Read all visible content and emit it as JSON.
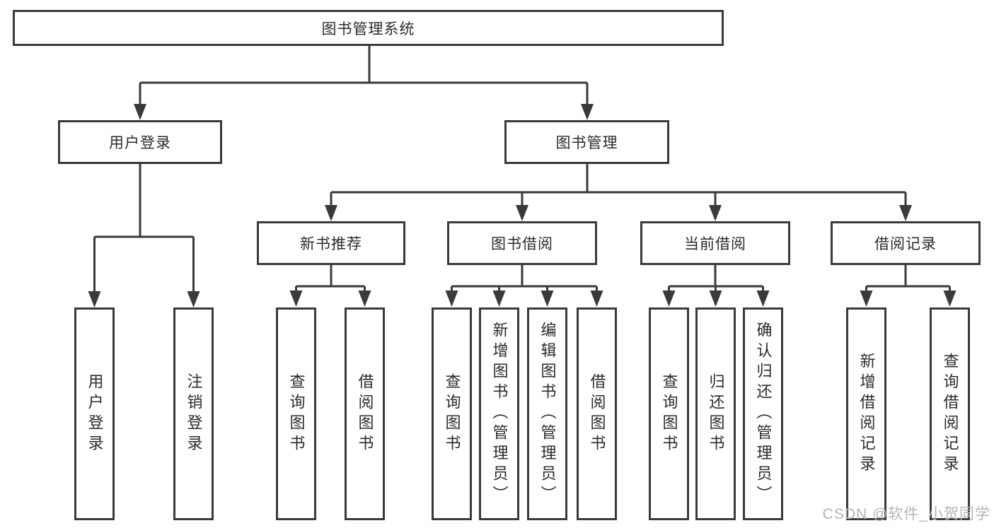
{
  "tree": {
    "root": "图书管理系统",
    "branches": [
      {
        "label": "用户登录",
        "leaves": [
          "用户登录",
          "注销登录"
        ]
      },
      {
        "label": "图书管理",
        "groups": [
          {
            "label": "新书推荐",
            "leaves": [
              "查询图书",
              "借阅图书"
            ]
          },
          {
            "label": "图书借阅",
            "leaves": [
              "查询图书",
              "新增图书（管理员）",
              "编辑图书（管理员）",
              "借阅图书"
            ]
          },
          {
            "label": "当前借阅",
            "leaves": [
              "查询图书",
              "归还图书",
              "确认归还（管理员）"
            ]
          },
          {
            "label": "借阅记录",
            "leaves": [
              "新增借阅记录",
              "查询借阅记录"
            ]
          }
        ]
      }
    ]
  },
  "watermark": "CSDN @软件_小贺同学",
  "colors": {
    "line": "#3a3a3a",
    "text": "#2b2b2b",
    "watermark_text": "#b5b5b5",
    "background": "#ffffff"
  }
}
